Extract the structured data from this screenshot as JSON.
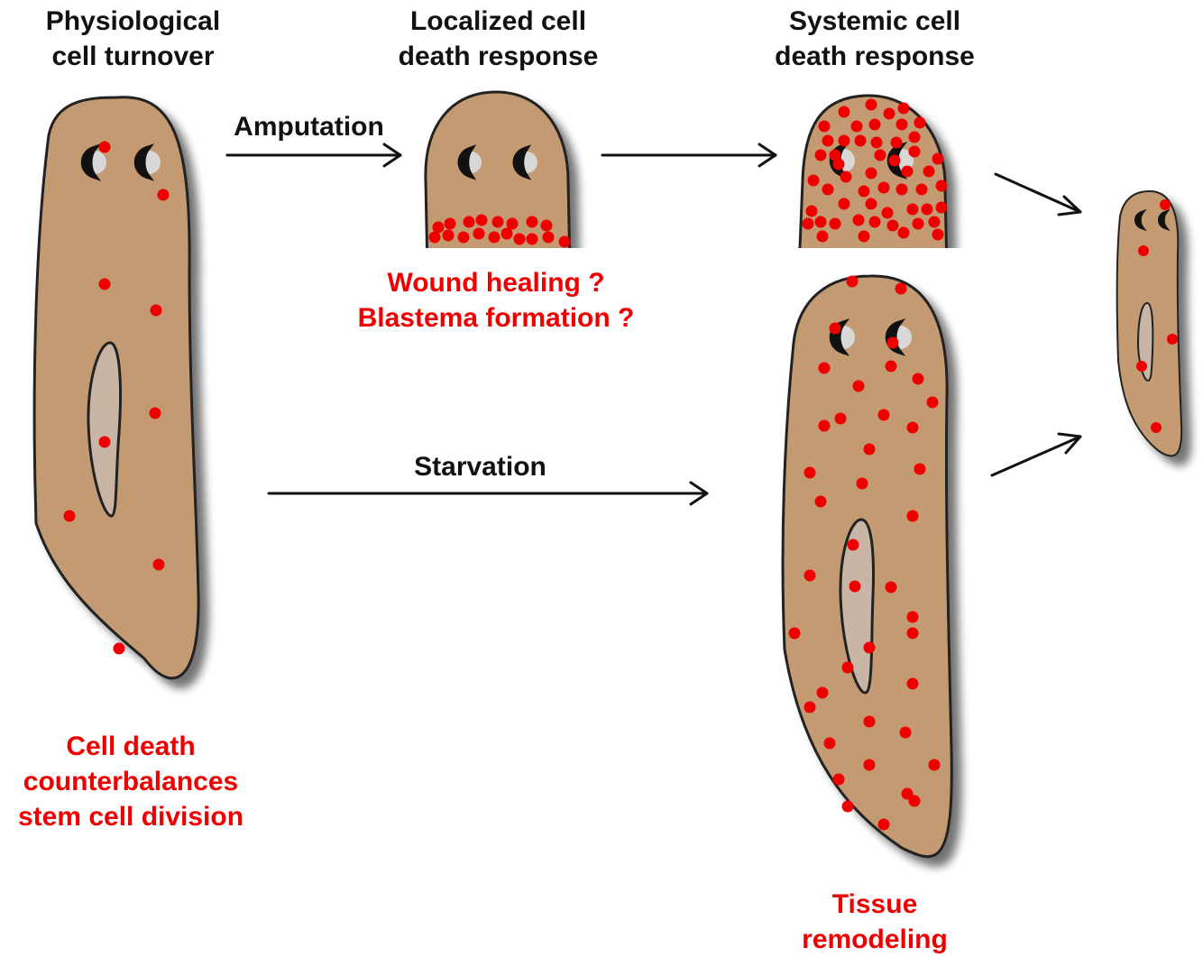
{
  "headings": {
    "physiological": "Physiological\ncell turnover",
    "localized": "Localized cell\ndeath response",
    "systemic": "Systemic cell\ndeath response"
  },
  "arrows": {
    "amputation": "Amputation",
    "starvation": "Starvation"
  },
  "outcomes": {
    "wound": "Wound healing ?\nBlastema formation ?",
    "balance": "Cell death\ncounterbalances\nstem cell division",
    "remodeling": "Tissue\nremodeling"
  },
  "colors": {
    "body": "#c49a72",
    "body_stroke": "#222222",
    "pharynx": "#c8b5a6",
    "dead_cell": "#ee0000",
    "shadow": "#888888"
  },
  "icons": {
    "worm": "planarian-worm-icon",
    "eye": "eye-icon",
    "dot": "dying-cell-dot",
    "arrow": "arrow-icon"
  }
}
